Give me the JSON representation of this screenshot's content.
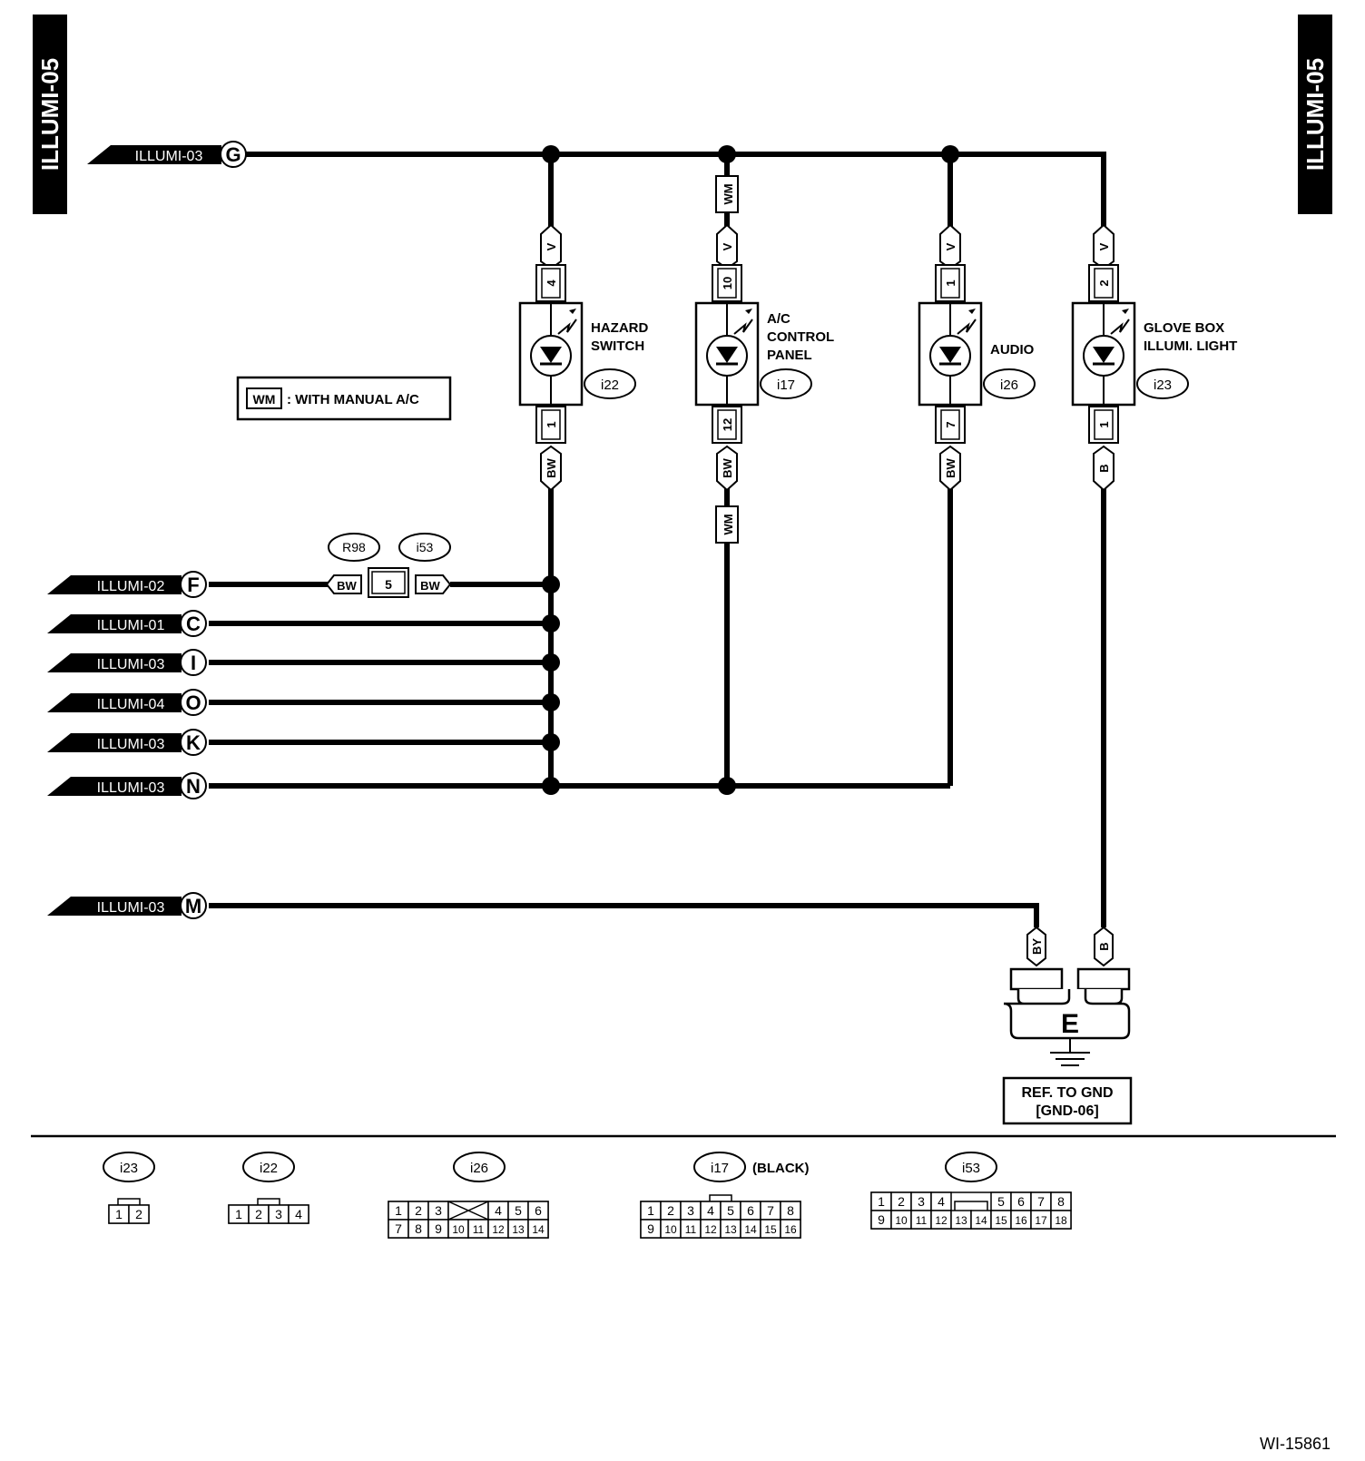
{
  "page_code_left": "ILLUMI-05",
  "page_code_right": "ILLUMI-05",
  "figure_id": "WI-15861",
  "legend": {
    "code": "WM",
    "text": ": WITH MANUAL A/C"
  },
  "top_feed": {
    "ref": "ILLUMI-03",
    "letter": "G"
  },
  "left_inputs": [
    {
      "ref": "ILLUMI-02",
      "letter": "F"
    },
    {
      "ref": "ILLUMI-01",
      "letter": "C"
    },
    {
      "ref": "ILLUMI-03",
      "letter": "I"
    },
    {
      "ref": "ILLUMI-04",
      "letter": "O"
    },
    {
      "ref": "ILLUMI-03",
      "letter": "K"
    },
    {
      "ref": "ILLUMI-03",
      "letter": "N"
    },
    {
      "ref": "ILLUMI-03",
      "letter": "M"
    }
  ],
  "joint": {
    "connector_a": "R98",
    "connector_b": "i53",
    "pin": "5",
    "wire_left": "BW",
    "wire_right": "BW"
  },
  "components": [
    {
      "name_lines": [
        "HAZARD",
        "SWITCH"
      ],
      "connector": "i22",
      "pin_top": "4",
      "pin_bottom": "1",
      "wire_top": "V",
      "wire_bottom": "BW"
    },
    {
      "name_lines": [
        "A/C",
        "CONTROL",
        "PANEL"
      ],
      "connector": "i17",
      "pin_top": "10",
      "pin_bottom": "12",
      "wire_top": "V",
      "wire_bottom": "BW",
      "option_tag": "WM"
    },
    {
      "name_lines": [
        "AUDIO"
      ],
      "connector": "i26",
      "pin_top": "1",
      "pin_bottom": "7",
      "wire_top": "V",
      "wire_bottom": "BW"
    },
    {
      "name_lines": [
        "GLOVE BOX",
        "ILLUMI. LIGHT"
      ],
      "connector": "i23",
      "pin_top": "2",
      "pin_bottom": "1",
      "wire_top": "V",
      "wire_bottom": "B"
    }
  ],
  "ground": {
    "letter": "E",
    "wire_left": "BY",
    "wire_right": "B",
    "ref_line1": "REF. TO GND",
    "ref_line2": "[GND-06]"
  },
  "connector_views": [
    {
      "name": "i23",
      "rows": [
        [
          "1",
          "2"
        ]
      ]
    },
    {
      "name": "i22",
      "rows": [
        [
          "1",
          "2",
          "3",
          "4"
        ]
      ]
    },
    {
      "name": "i26",
      "rows": [
        [
          "1",
          "2",
          "3",
          "",
          "",
          "4",
          "5",
          "6"
        ],
        [
          "7",
          "8",
          "9",
          "10",
          "11",
          "12",
          "13",
          "14"
        ]
      ]
    },
    {
      "name": "i17",
      "color": "(BLACK)",
      "rows": [
        [
          "1",
          "2",
          "3",
          "4",
          "5",
          "6",
          "7",
          "8"
        ],
        [
          "9",
          "10",
          "11",
          "12",
          "13",
          "14",
          "15",
          "16"
        ]
      ]
    },
    {
      "name": "i53",
      "rows": [
        [
          "1",
          "2",
          "3",
          "4",
          "",
          "",
          "5",
          "6",
          "7",
          "8"
        ],
        [
          "9",
          "10",
          "11",
          "12",
          "13",
          "14",
          "15",
          "16",
          "17",
          "18"
        ]
      ]
    }
  ]
}
